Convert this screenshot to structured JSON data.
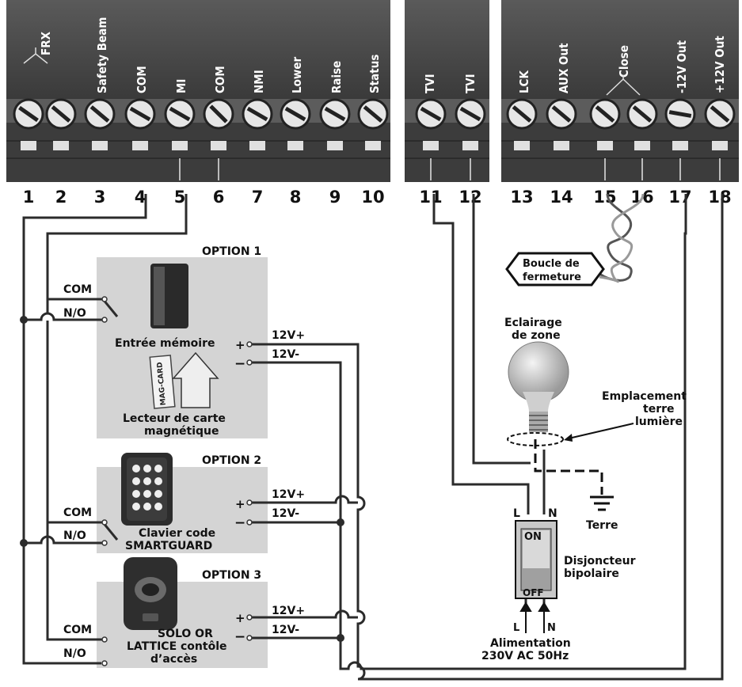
{
  "terminal_labels": {
    "t1_2": "FRX",
    "t3": "Safety Beam",
    "t4": "COM",
    "t5": "MI",
    "t6": "COM",
    "t7": "NMI",
    "t8": "Lower",
    "t9": "Raise",
    "t10": "Status",
    "t11": "TVI",
    "t12": "TVI",
    "t13": "LCK",
    "t14": "AUX Out",
    "t15_16": "Close",
    "t17": "-12V Out",
    "t18": "+12V Out"
  },
  "terminal_numbers": [
    "1",
    "2",
    "3",
    "4",
    "5",
    "6",
    "7",
    "8",
    "9",
    "10",
    "11",
    "12",
    "13",
    "14",
    "15",
    "16",
    "17",
    "18"
  ],
  "options": {
    "o1": {
      "title": "OPTION 1",
      "device1": "Entrée mémoire",
      "card_text": "MAG-CARD",
      "device2_l1": "Lecteur de carte",
      "device2_l2": "magnétique"
    },
    "o2": {
      "title": "OPTION 2",
      "l1": "Clavier code",
      "l2": "SMARTGUARD"
    },
    "o3": {
      "title": "OPTION 3",
      "l1": "SOLO OR",
      "l2": "LATTICE contôle",
      "l3": "d’accès"
    }
  },
  "contacts": {
    "com": "COM",
    "no": "N/O"
  },
  "power": {
    "plus": "12V+",
    "minus": "12V-",
    "plus_sym": "+",
    "minus_sym": "−"
  },
  "loop": {
    "l1": "Boucle de",
    "l2": "fermeture"
  },
  "lamp": {
    "l1": "Eclairage",
    "l2": "de zone"
  },
  "earth_loc": {
    "l1": "Emplacement",
    "l2": "terre",
    "l3": "lumière"
  },
  "earth": "Terre",
  "breaker": {
    "on": "ON",
    "off": "OFF",
    "l1": "Disjoncteur",
    "l2": "bipolaire",
    "L": "L",
    "N": "N"
  },
  "supply": {
    "l1": "Alimentation",
    "l2": "230V AC 50Hz",
    "L": "L",
    "N": "N"
  },
  "colors": {
    "block": "#4a4a4a",
    "panel": "#d4d4d4",
    "wire": "#2b2b2b"
  }
}
